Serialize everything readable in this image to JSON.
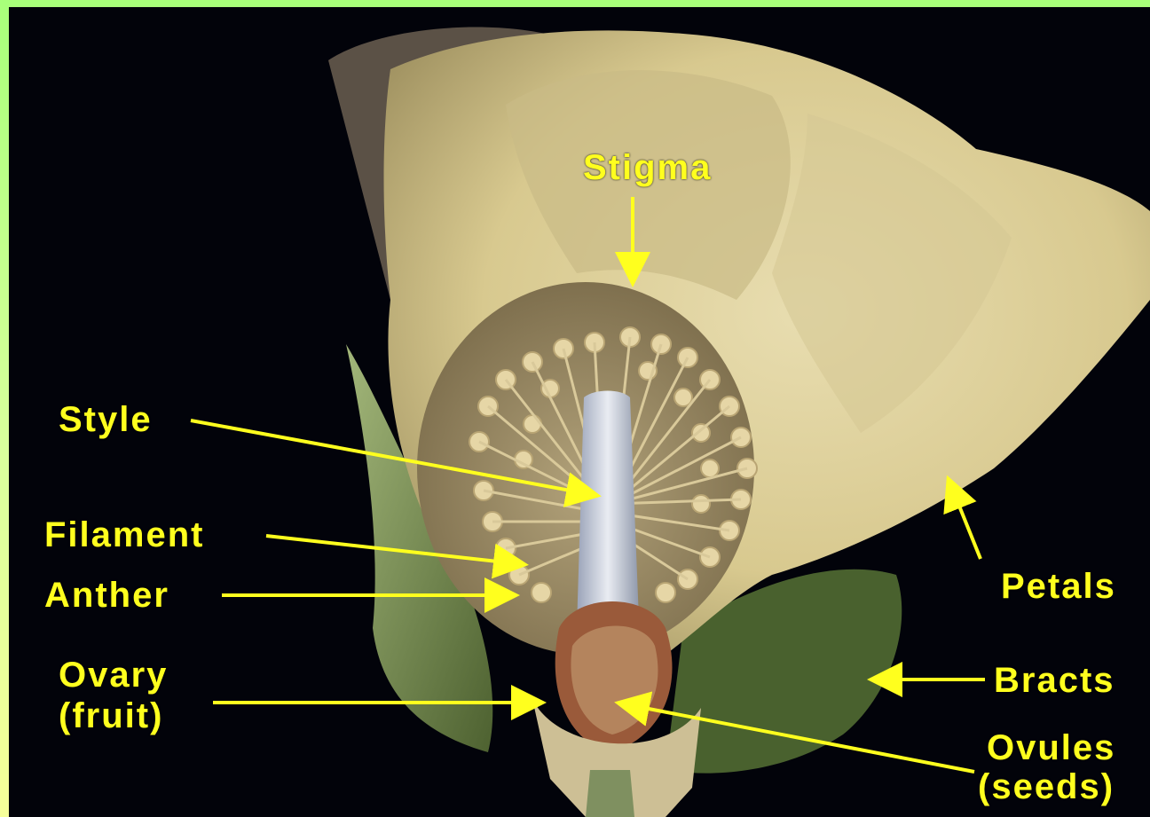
{
  "labels": {
    "stigma": "Stigma",
    "style": "Style",
    "filament": "Filament",
    "anther": "Anther",
    "ovary_line1": "Ovary",
    "ovary_line2": "(fruit)",
    "petals": "Petals",
    "bracts": "Bracts",
    "ovules_line1": "Ovules",
    "ovules_line2": "(seeds)"
  },
  "colors": {
    "frame": "#b7ff8c",
    "background": "#02030a",
    "label": "#ffff1e",
    "petal": "#e7dba4",
    "bract": "#7f9a52"
  }
}
